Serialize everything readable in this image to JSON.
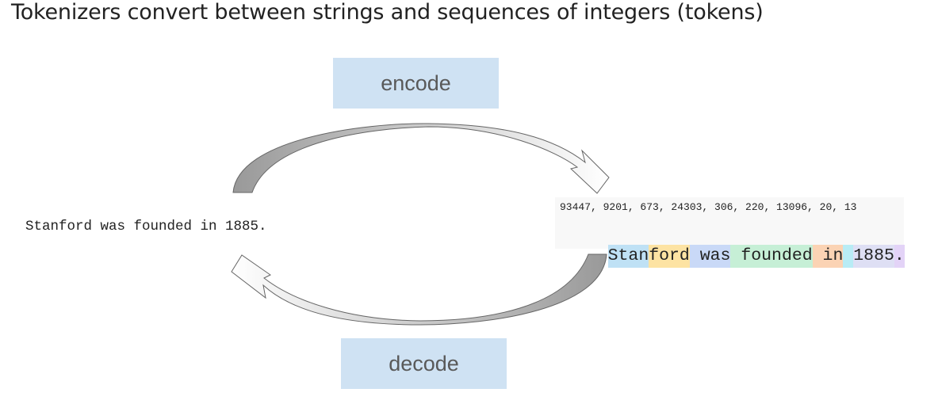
{
  "title": "Tokenizers convert between strings and sequences of integers (tokens)",
  "encode_label": "encode",
  "decode_label": "decode",
  "input_string": "Stanford was founded in 1885.",
  "token_ids": "93447, 9201, 673, 24303, 306, 220, 13096, 20, 13",
  "tokens": [
    {
      "text": "Stan",
      "color": "#bfe1f5"
    },
    {
      "text": "ford",
      "color": "#fde3a3"
    },
    {
      "text": " was",
      "color": "#c9d9f7"
    },
    {
      "text": " founded",
      "color": "#c6efd6"
    },
    {
      "text": " in",
      "color": "#fbd3b4"
    },
    {
      "text": " ",
      "color": "#b8ecf5"
    },
    {
      "text": "1885",
      "color": "#dedff4"
    },
    {
      "text": ".",
      "color": "#e3d3f7"
    }
  ],
  "colors": {
    "label_box": "#cfe2f3",
    "arrow_fill_start": "#999999",
    "arrow_fill_end": "#ffffff",
    "arrow_stroke": "#666666"
  },
  "icons": {
    "encode_arrow": "curved-arrow-right",
    "decode_arrow": "curved-arrow-left"
  }
}
